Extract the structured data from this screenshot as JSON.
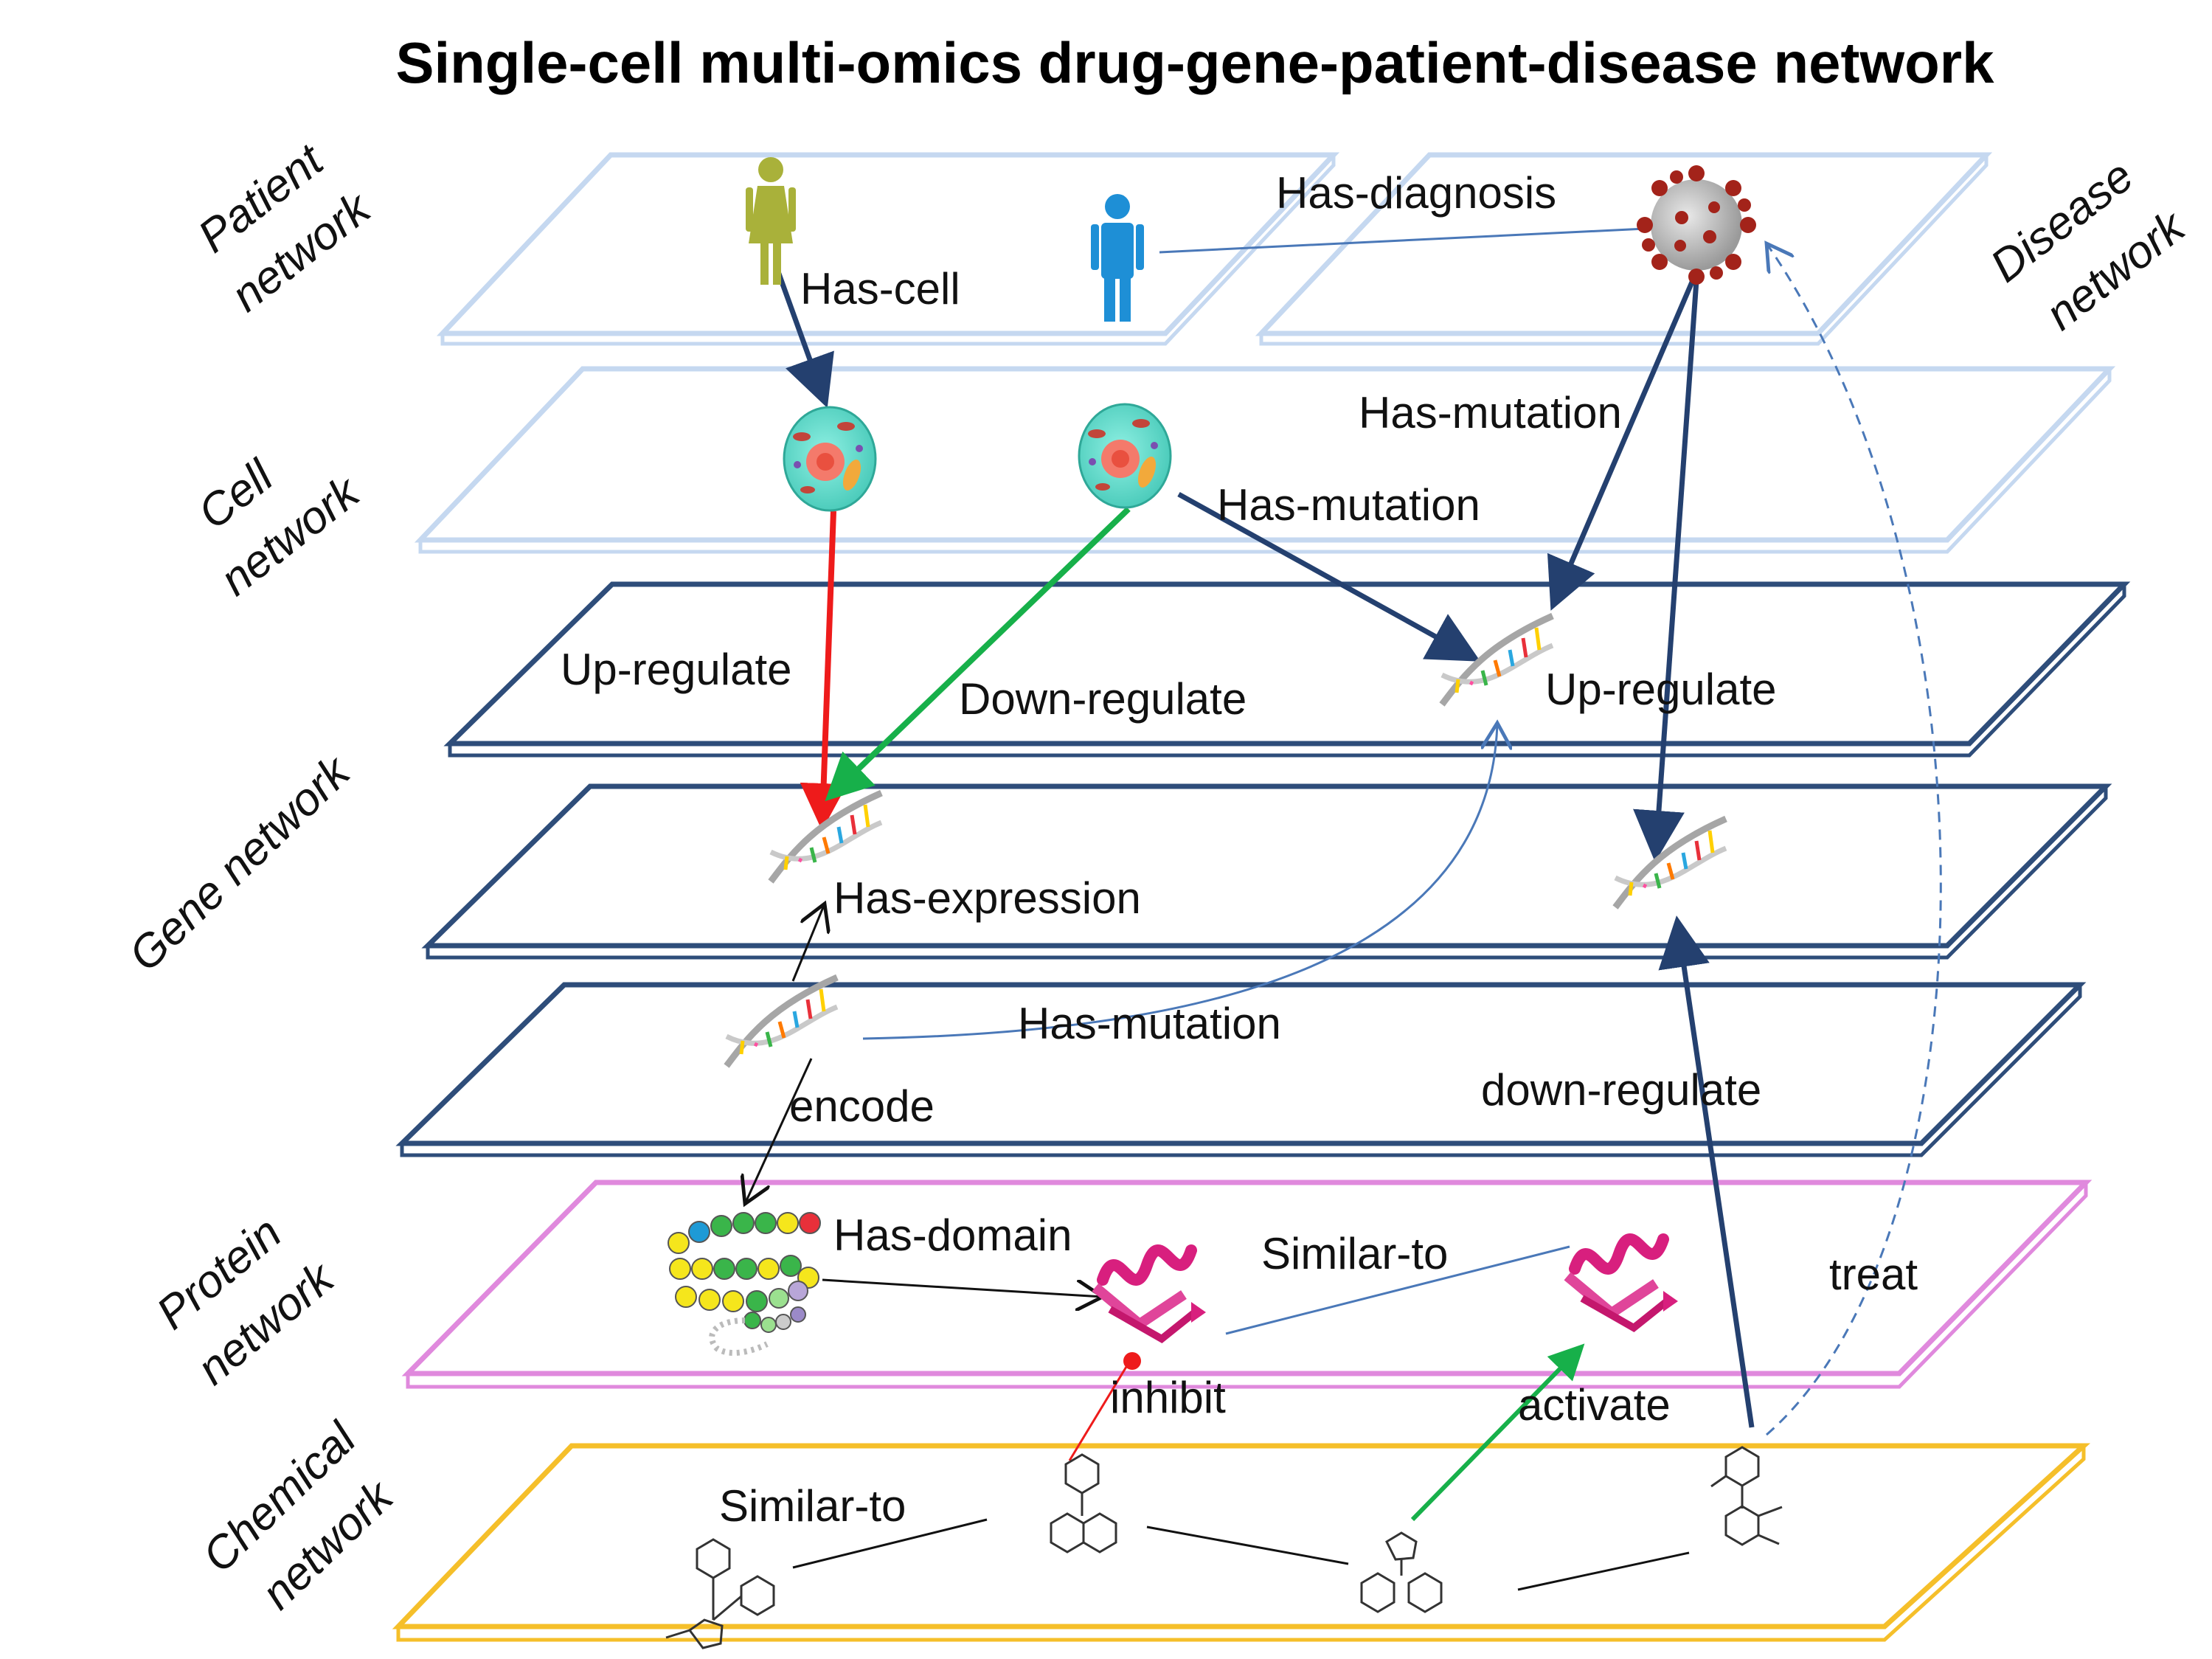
{
  "title": "Single-cell multi-omics drug-gene-patient-disease network",
  "networks": {
    "patient": [
      "Patient",
      "network"
    ],
    "disease": [
      "Disease",
      "network"
    ],
    "cell": [
      "Cell",
      "network"
    ],
    "gene": "Gene network",
    "protein": [
      "Protein",
      "network"
    ],
    "chemical": [
      "Chemical",
      "network"
    ]
  },
  "edges": {
    "has_cell": "Has-cell",
    "has_diagnosis": "Has-diagnosis",
    "has_mutation_disease": "Has-mutation",
    "has_mutation_cell": "Has-mutation",
    "up_regulate_left": "Up-regulate",
    "down_regulate_cell": "Down-regulate",
    "up_regulate_right": "Up-regulate",
    "has_expression": "Has-expression",
    "has_mutation_gene": "Has-mutation",
    "encode": "encode",
    "down_regulate_drug": "down-regulate",
    "has_domain": "Has-domain",
    "similar_to_protein": "Similar-to",
    "treat": "treat",
    "inhibit": "inhibit",
    "activate": "activate",
    "similar_to_chemical": "Similar-to"
  },
  "colors": {
    "light_plane": "#c5d8f0",
    "gene_plane": "#2e4d7a",
    "protein_plane": "#e089dd",
    "chemical_plane": "#f5bf2a",
    "edge_dark": "#24406f",
    "edge_red": "#ee1b1b",
    "edge_green": "#17b04a",
    "edge_blue_thin": "#4a78b8"
  },
  "icons": [
    "female-patient-icon",
    "male-patient-icon",
    "virus-icon",
    "cell-icon",
    "dna-icon",
    "amino-acid-chain-icon",
    "protein-structure-icon",
    "molecule-icon"
  ]
}
